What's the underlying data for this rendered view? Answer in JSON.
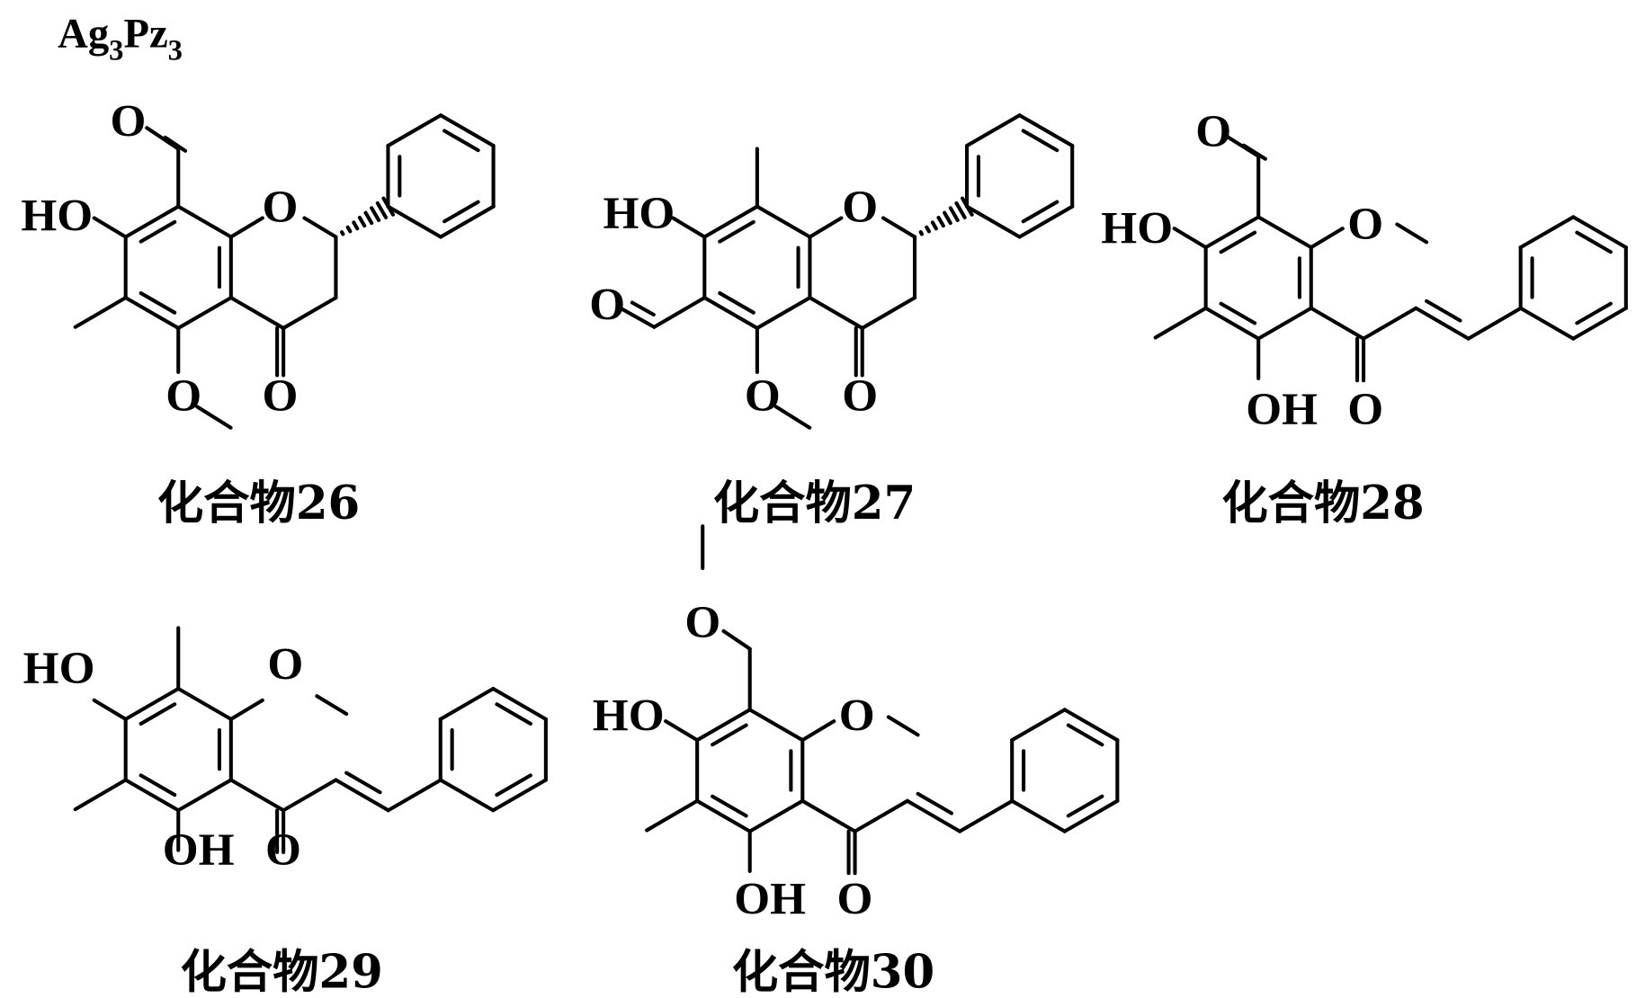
{
  "title": {
    "main": "Ag",
    "sub1": "3",
    "mid": "Pz",
    "sub2": "3"
  },
  "compounds": [
    {
      "caption": "化合物26",
      "labels": {
        "ald_o": "O",
        "ho": "HO",
        "ring_o": "O",
        "ome_o": "O",
        "keto_o": "O"
      }
    },
    {
      "caption": "化合物27",
      "labels": {
        "ald_o": "O",
        "ho": "HO",
        "ring_o": "O",
        "ome_o": "O",
        "keto_o": "O"
      }
    },
    {
      "caption": "化合物28",
      "labels": {
        "ald_o": "O",
        "ho": "HO",
        "ome_o": "O",
        "oh": "OH",
        "keto_o": "O"
      }
    },
    {
      "caption": "化合物29",
      "labels": {
        "ho": "HO",
        "ome_o": "O",
        "oh": "OH",
        "keto_o": "O"
      }
    },
    {
      "caption": "化合物30",
      "labels": {
        "ch2_o": "O",
        "ho": "HO",
        "ome_o": "O",
        "oh": "OH",
        "keto_o": "O"
      }
    }
  ]
}
